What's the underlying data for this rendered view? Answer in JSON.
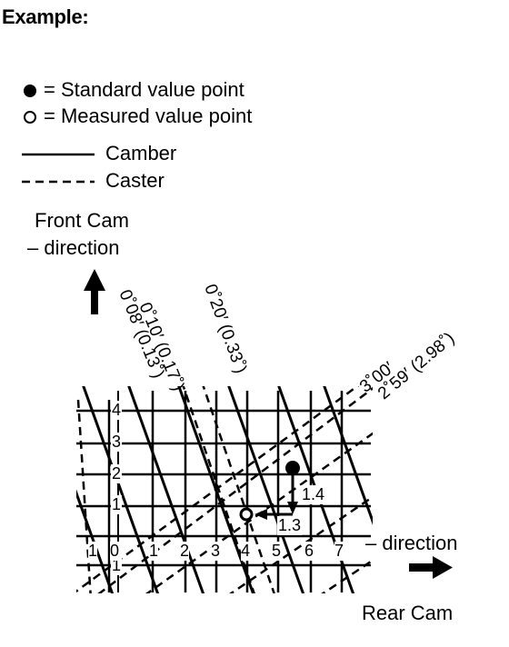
{
  "title": "Example:",
  "legend": {
    "standard_point": "= Standard value point",
    "measured_point": "= Measured value point",
    "camber": "Camber",
    "caster": "Caster"
  },
  "front_cam": {
    "line1": "Front Cam",
    "line2": "– direction"
  },
  "rear_cam": {
    "direction": "– direction",
    "label": "Rear Cam"
  },
  "line_labels": {
    "a": "0˚10′ (0.17˚)",
    "b": "0˚08′ (0.13˚)",
    "c": "0˚20′ (0.33˚)",
    "d": "3˚00′",
    "e": "2˚59′ (2.98˚)"
  },
  "grid": {
    "x_labels": [
      "1",
      "0",
      "1",
      "2",
      "3",
      "4",
      "5",
      "6",
      "7"
    ],
    "y_labels": [
      "4",
      "3",
      "2",
      "1",
      "1"
    ],
    "arrow_labels": [
      "1.4",
      "1.3"
    ]
  },
  "colors": {
    "ink": "#000000",
    "paper": "#ffffff"
  }
}
